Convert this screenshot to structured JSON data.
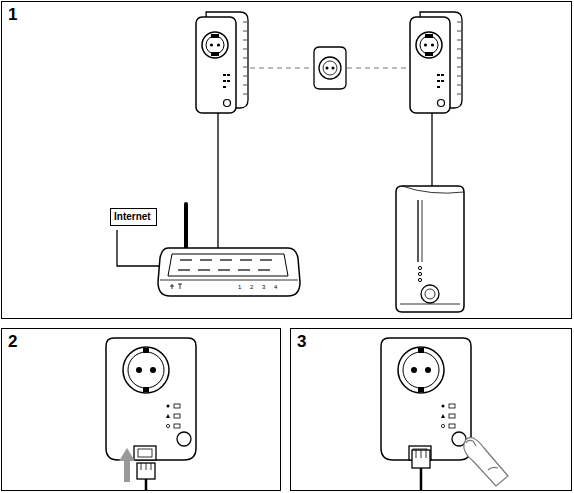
{
  "diagram": {
    "nodes": [
      {
        "text": [
          "Internet"
        ]
      }
    ],
    "labels": [
      "1",
      "2",
      "3",
      "1",
      "2",
      "3",
      "4"
    ]
  }
}
